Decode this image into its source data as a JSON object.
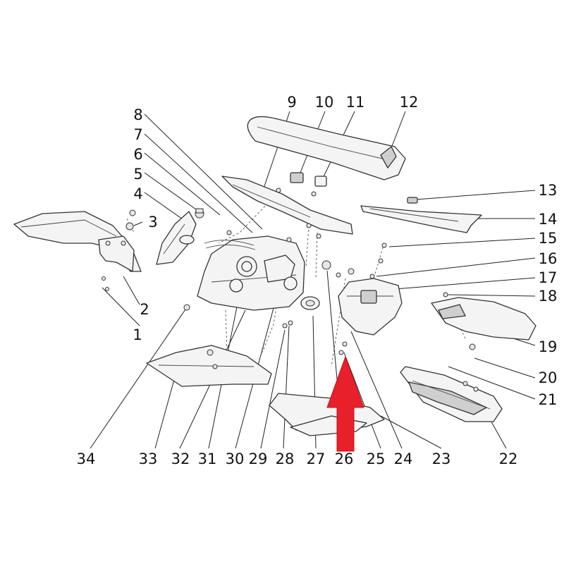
{
  "callouts": [
    {
      "id": "c1",
      "text": "1"
    },
    {
      "id": "c2",
      "text": "2"
    },
    {
      "id": "c3",
      "text": "3"
    },
    {
      "id": "c4",
      "text": "4"
    },
    {
      "id": "c5",
      "text": "5"
    },
    {
      "id": "c6",
      "text": "6"
    },
    {
      "id": "c7",
      "text": "7"
    },
    {
      "id": "c8",
      "text": "8"
    },
    {
      "id": "c9",
      "text": "9"
    },
    {
      "id": "c10",
      "text": "10"
    },
    {
      "id": "c11",
      "text": "11"
    },
    {
      "id": "c12",
      "text": "12"
    },
    {
      "id": "c13",
      "text": "13"
    },
    {
      "id": "c14",
      "text": "14"
    },
    {
      "id": "c15",
      "text": "15"
    },
    {
      "id": "c16",
      "text": "16"
    },
    {
      "id": "c17",
      "text": "17"
    },
    {
      "id": "c18",
      "text": "18"
    },
    {
      "id": "c19",
      "text": "19"
    },
    {
      "id": "c20",
      "text": "20"
    },
    {
      "id": "c21",
      "text": "21"
    },
    {
      "id": "c22",
      "text": "22"
    },
    {
      "id": "c23",
      "text": "23"
    },
    {
      "id": "c24",
      "text": "24"
    },
    {
      "id": "c25",
      "text": "25"
    },
    {
      "id": "c26",
      "text": "26"
    },
    {
      "id": "c27",
      "text": "27"
    },
    {
      "id": "c28",
      "text": "28"
    },
    {
      "id": "c29",
      "text": "29"
    },
    {
      "id": "c30",
      "text": "30"
    },
    {
      "id": "c31",
      "text": "31"
    },
    {
      "id": "c32",
      "text": "32"
    },
    {
      "id": "c33",
      "text": "33"
    },
    {
      "id": "c34",
      "text": "34"
    }
  ],
  "colors": {
    "line": "#333333",
    "highlight_arrow": "#e8202a"
  }
}
